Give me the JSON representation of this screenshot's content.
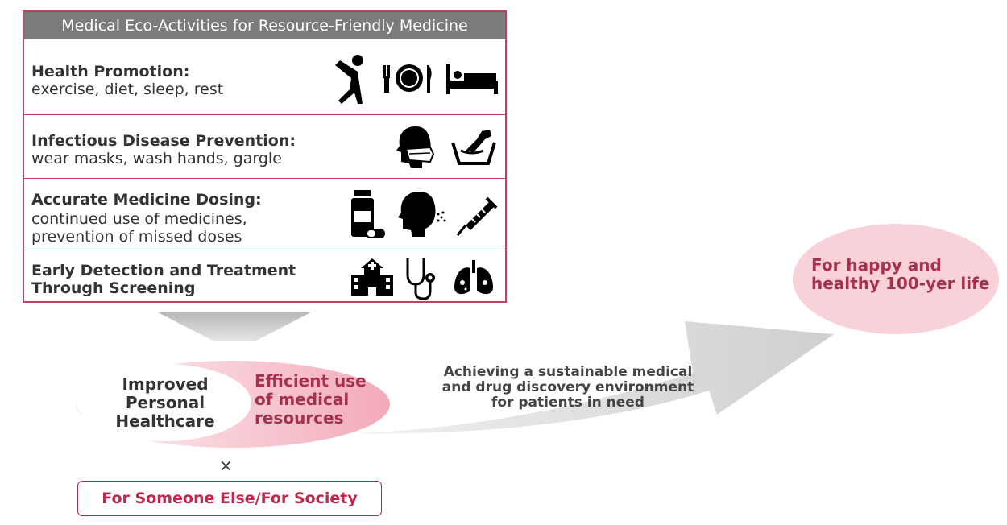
{
  "panel": {
    "title": "Medical Eco-Activities for Resource-Friendly Medicine",
    "rows": [
      {
        "head": "Health Promotion:",
        "desc": [
          "exercise, diet, sleep, rest"
        ],
        "icons": [
          "exercise-icon",
          "meal-icon",
          "bed-icon"
        ]
      },
      {
        "head": "Infectious Disease Prevention:",
        "desc": [
          "wear masks, wash hands, gargle"
        ],
        "icons": [
          "mask-icon",
          "hand-wash-icon"
        ]
      },
      {
        "head": "Accurate Medicine Dosing:",
        "desc": [
          "continued use of medicines,",
          "prevention of missed doses"
        ],
        "icons": [
          "medicine-bottle-icon",
          "inhaler-icon",
          "syringe-icon"
        ]
      },
      {
        "head": [
          "Early Detection and Treatment",
          "Through Screening"
        ],
        "desc": [],
        "icons": [
          "hospital-icon",
          "stethoscope-icon",
          "lungs-icon"
        ]
      }
    ]
  },
  "ellipse": {
    "left_text": [
      "Improved",
      "Personal",
      "Healthcare"
    ],
    "right_text": [
      "Efficient use",
      "of medical",
      "resources"
    ]
  },
  "times_symbol": "×",
  "society_label": "For Someone Else/For Society",
  "arrow_text": [
    "Achieving a sustainable medical",
    "and drug discovery environment",
    "for patients in need"
  ],
  "goal_text": [
    "For happy and",
    "healthy 100-yer life"
  ],
  "colors": {
    "accent": "#b8455f",
    "title_bar": "#7b7b7b",
    "goal_fill": "#f8d1d9",
    "arrow_gray": "#d9d9d9"
  }
}
